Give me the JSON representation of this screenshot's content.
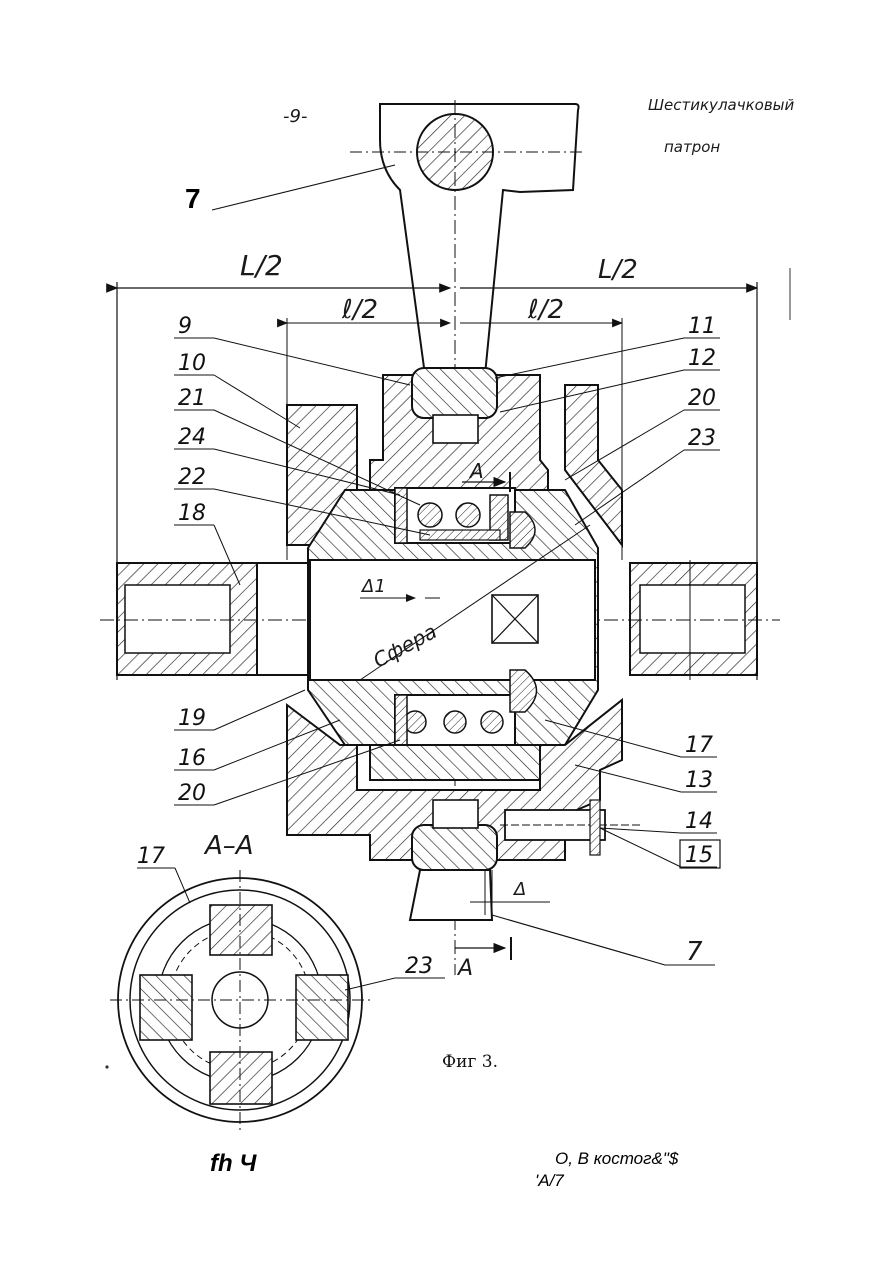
{
  "page": {
    "page_number": "-9-",
    "header_title_line1": "Шестикулачковый",
    "header_title_line2": "патрон",
    "figure_caption": "Фиг 3.",
    "footer_left": "fh Ч",
    "footer_right_line1": "О, В   костог&\"$",
    "footer_right_line2": "'А/7"
  },
  "drawing": {
    "dimensions": {
      "L_half_left": "L/2",
      "L_half_right": "L/2",
      "l_half_left": "ℓ/2",
      "l_half_right": "ℓ/2",
      "delta1": "Δ1",
      "delta": "Δ",
      "sphere": "Сфера"
    },
    "section_marks": {
      "A_top": "A",
      "A_bottom": "A",
      "section_title": "A–A"
    },
    "left_callouts": [
      "9",
      "10",
      "21",
      "24",
      "22",
      "18",
      "19",
      "16",
      "20"
    ],
    "right_callouts": [
      "11",
      "12",
      "20",
      "23",
      "17",
      "13",
      "14",
      "15"
    ],
    "part7_top": "7",
    "part7_bottom": "7",
    "section_callouts": [
      "17",
      "23"
    ]
  }
}
